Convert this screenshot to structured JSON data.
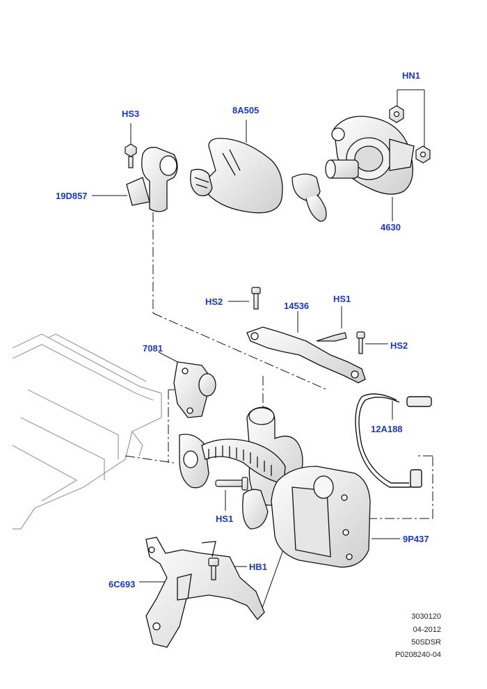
{
  "callouts": {
    "hn1": "HN1",
    "hs3": "HS3",
    "p8a505": "8A505",
    "p19d857": "19D857",
    "p4630": "4630",
    "hs2_top": "HS2",
    "p14536": "14536",
    "hs1_top": "HS1",
    "hs2_right": "HS2",
    "p7081": "7081",
    "p12a188": "12A188",
    "hs1_bottom": "HS1",
    "p9p437": "9P437",
    "hb1": "HB1",
    "p6c693": "6C693"
  },
  "footer": {
    "line1": "3030120",
    "line2": "04-2012",
    "line3": "50SDSR",
    "line4": "P0208240-04"
  },
  "colors": {
    "label": "#1a36c8",
    "line": "#111111",
    "ghost": "#9a9a9a",
    "background": "#ffffff"
  }
}
